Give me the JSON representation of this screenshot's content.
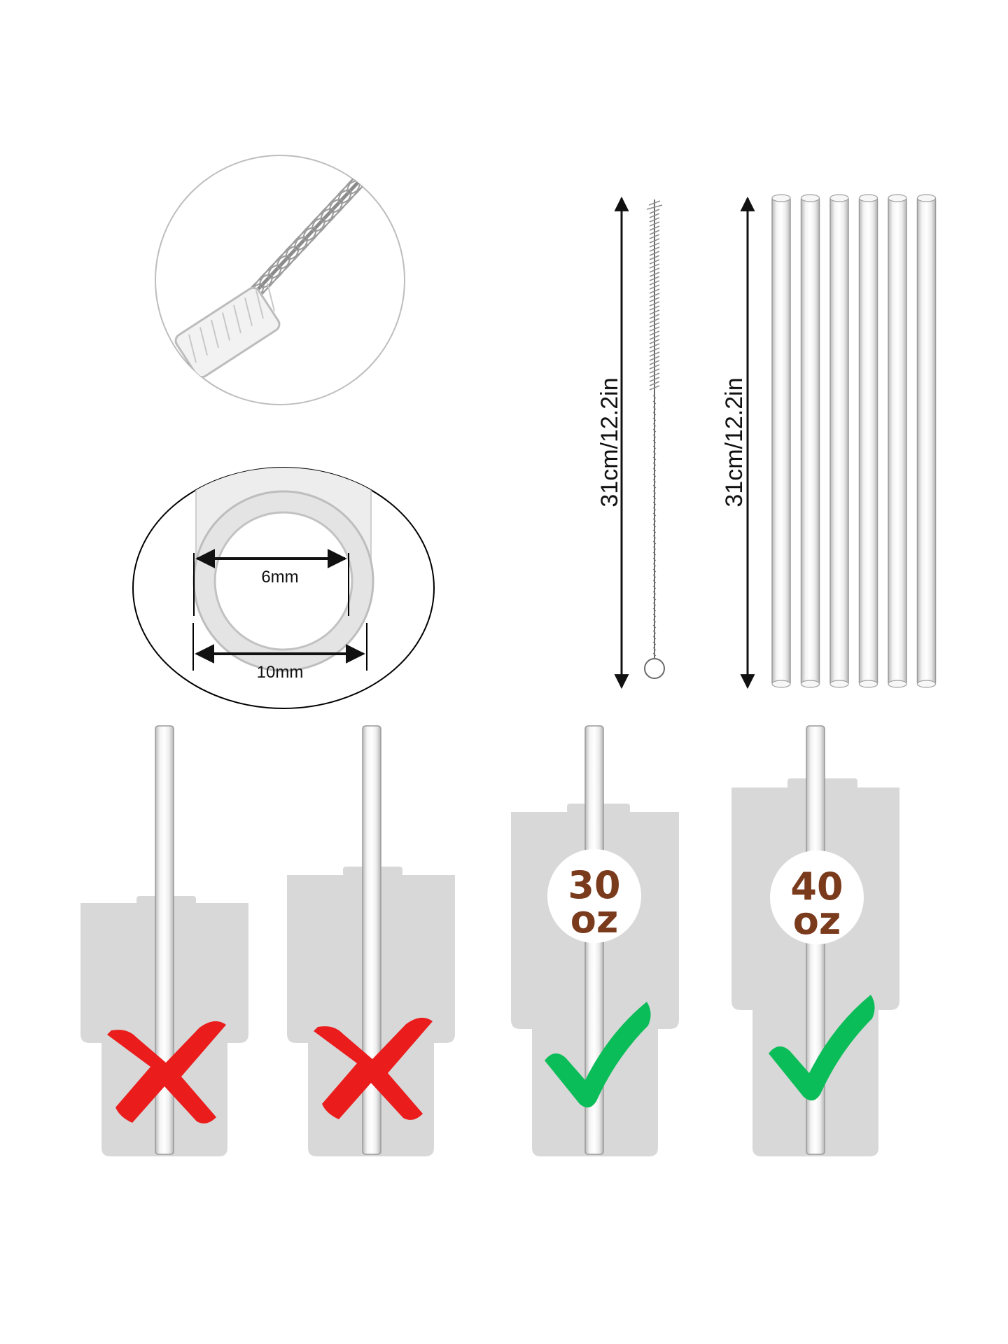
{
  "colors": {
    "background": "#ffffff",
    "tumbler": "#d8d8d8",
    "straw_edge": "#9a9a9a",
    "cross": "#ea1c1c",
    "check": "#0bbd58",
    "badge_text": "#7a3a1c",
    "arrow": "#111111"
  },
  "icons": {
    "brush_detail": "brush-closeup-icon",
    "straw_end": "straw-cross-section-icon",
    "cleaning_brush": "cleaning-brush-icon",
    "glass_straw": "glass-straw-icon",
    "not_fit": "red-cross-icon",
    "fits": "green-check-icon"
  },
  "cross_section": {
    "inner_label": "6mm",
    "outer_label": "10mm"
  },
  "brush": {
    "length_label": "31cm/12.2in"
  },
  "straws": {
    "length_label": "31cm/12.2in",
    "count": 6
  },
  "tumblers": [
    {
      "fits": false,
      "badge_line1": "",
      "badge_line2": ""
    },
    {
      "fits": false,
      "badge_line1": "",
      "badge_line2": ""
    },
    {
      "fits": true,
      "badge_line1": "30",
      "badge_line2": "oz"
    },
    {
      "fits": true,
      "badge_line1": "40",
      "badge_line2": "oz"
    }
  ]
}
